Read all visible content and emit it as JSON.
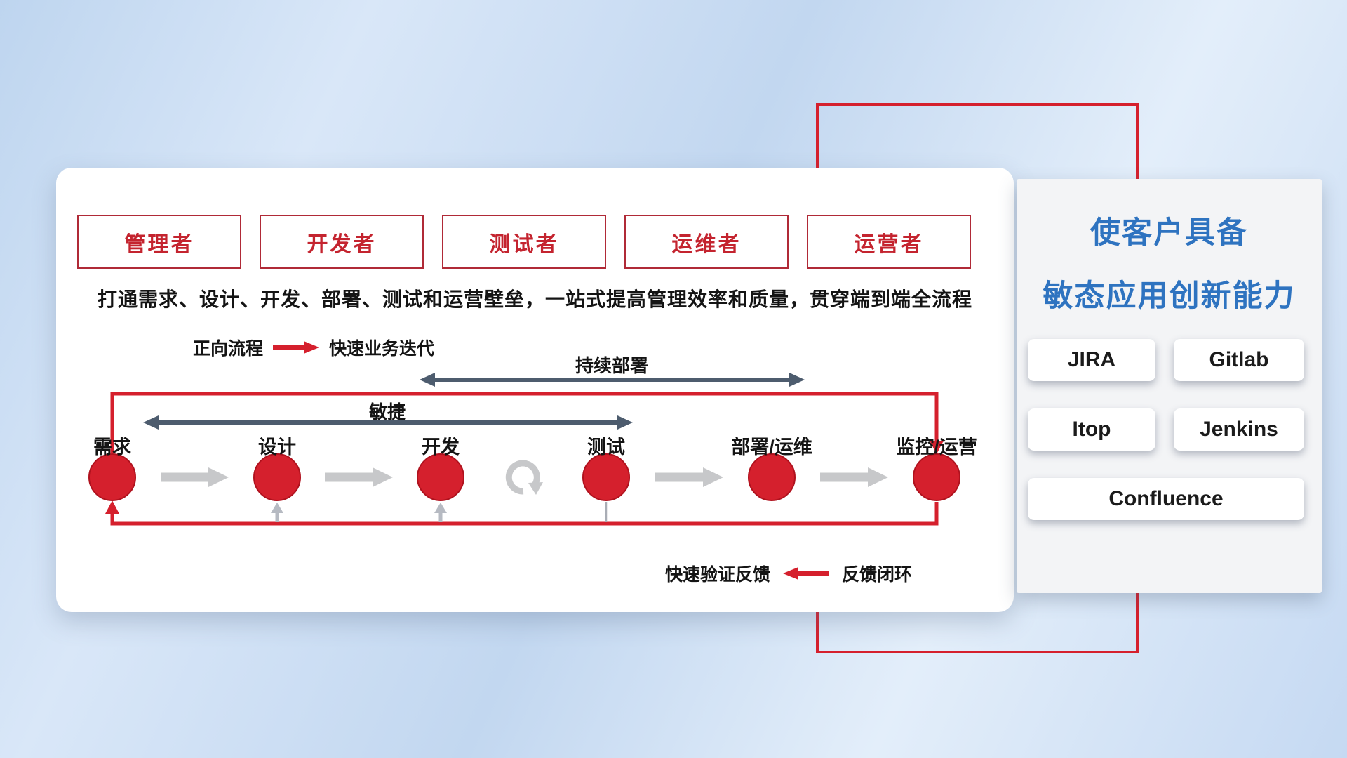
{
  "roles": [
    {
      "label": "管理者"
    },
    {
      "label": "开发者"
    },
    {
      "label": "测试者"
    },
    {
      "label": "运维者"
    },
    {
      "label": "运营者"
    }
  ],
  "flow_card": {
    "description": "打通需求、设计、开发、部署、测试和运营壁垒，一站式提高管理效率和质量，贯穿端到端全流程",
    "forward_legend": {
      "label": "正向流程",
      "value": "快速业务迭代"
    },
    "feedback_legend": {
      "label": "快速验证反馈",
      "value": "反馈闭环"
    },
    "stages": [
      {
        "label": "需求"
      },
      {
        "label": "设计"
      },
      {
        "label": "开发"
      },
      {
        "label": "测试"
      },
      {
        "label": "部署/运维"
      },
      {
        "label": "监控/运营"
      }
    ],
    "span_agile": "敏捷",
    "span_cd": "持续部署"
  },
  "side_panel": {
    "title_line1": "使客户具备",
    "title_line2": "敏态应用创新能力",
    "tools": [
      {
        "label": "JIRA"
      },
      {
        "label": "Gitlab"
      },
      {
        "label": "Itop"
      },
      {
        "label": "Jenkins"
      },
      {
        "label": "Confluence"
      }
    ]
  },
  "colors": {
    "accent_red": "#d5202d",
    "title_blue": "#2e73c0",
    "arrow_slate": "#4d5c6e",
    "arrow_gray": "#c7c8ca"
  }
}
